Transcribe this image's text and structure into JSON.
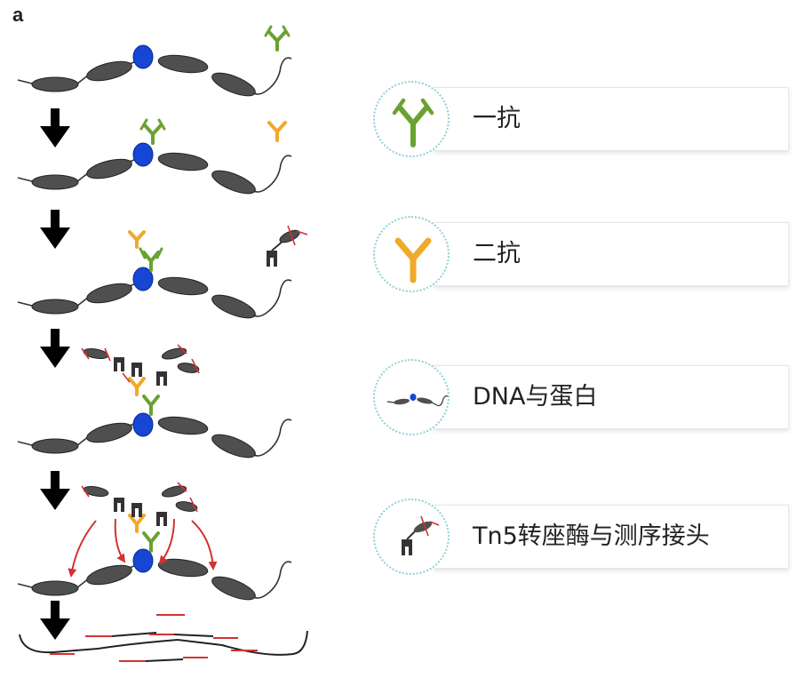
{
  "panel_label": "a",
  "legend": {
    "items": [
      {
        "label": "一抗",
        "icon": "primary-antibody-icon",
        "color": "#6aa232"
      },
      {
        "label": "二抗",
        "icon": "secondary-antibody-icon",
        "color": "#f0a92a"
      },
      {
        "label": "DNA与蛋白",
        "icon": "dna-protein-icon",
        "color": "#1646d4"
      },
      {
        "label": "Tn5转座酶与测序接头",
        "icon": "tn5-transposase-icon",
        "color": "#d23232"
      }
    ]
  },
  "colors": {
    "nucleosome": "#4f4f4f",
    "target_protein": "#1646d4",
    "primary_antibody": "#6aa232",
    "secondary_antibody": "#f0a92a",
    "adapter": "#d23232",
    "arrow": "#000000"
  }
}
